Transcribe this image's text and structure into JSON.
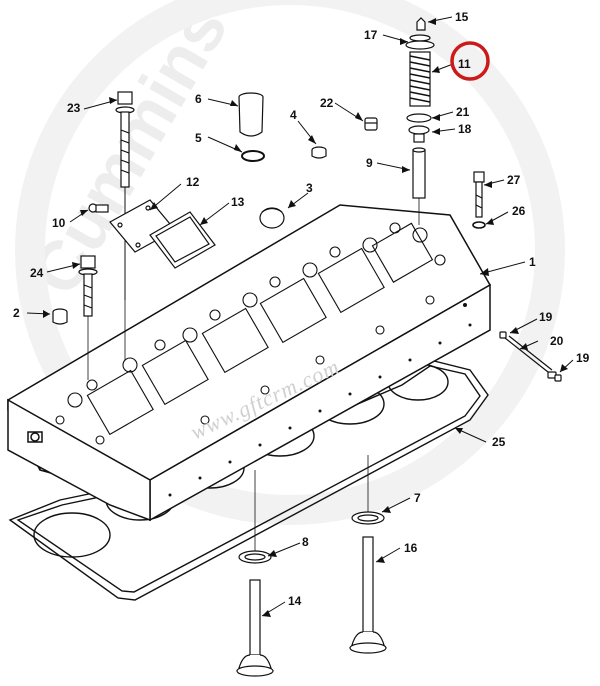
{
  "watermark": {
    "url": "www.gftcrm.com",
    "brand": "Cummins"
  },
  "colors": {
    "line": "#111111",
    "highlight": "#cc1a1a",
    "watermark": "#d0d0d0"
  },
  "highlight": {
    "label": "11"
  },
  "callouts": [
    {
      "id": "c1",
      "label": "1"
    },
    {
      "id": "c2",
      "label": "2"
    },
    {
      "id": "c3",
      "label": "3"
    },
    {
      "id": "c4",
      "label": "4"
    },
    {
      "id": "c5",
      "label": "5"
    },
    {
      "id": "c6",
      "label": "6"
    },
    {
      "id": "c7",
      "label": "7"
    },
    {
      "id": "c8",
      "label": "8"
    },
    {
      "id": "c9",
      "label": "9"
    },
    {
      "id": "c10",
      "label": "10"
    },
    {
      "id": "c11",
      "label": "11"
    },
    {
      "id": "c12",
      "label": "12"
    },
    {
      "id": "c13",
      "label": "13"
    },
    {
      "id": "c14",
      "label": "14"
    },
    {
      "id": "c15",
      "label": "15"
    },
    {
      "id": "c16",
      "label": "16"
    },
    {
      "id": "c17",
      "label": "17"
    },
    {
      "id": "c18",
      "label": "18"
    },
    {
      "id": "c19a",
      "label": "19"
    },
    {
      "id": "c19b",
      "label": "19"
    },
    {
      "id": "c20",
      "label": "20"
    },
    {
      "id": "c21",
      "label": "21"
    },
    {
      "id": "c22",
      "label": "22"
    },
    {
      "id": "c23",
      "label": "23"
    },
    {
      "id": "c24",
      "label": "24"
    },
    {
      "id": "c25",
      "label": "25"
    },
    {
      "id": "c26",
      "label": "26"
    },
    {
      "id": "c27",
      "label": "27"
    }
  ]
}
